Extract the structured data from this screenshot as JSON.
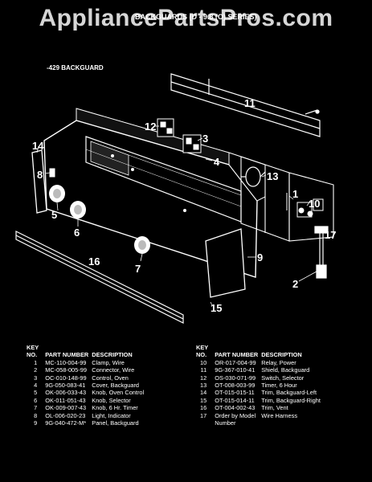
{
  "watermark": "AppliancePartsPros.com",
  "title": "BACKGUARDS (D - 9.8 (O) SERIES)",
  "subtitle": "-429 BACKGUARD",
  "callouts": {
    "c1": "1",
    "c2": "2",
    "c3": "3",
    "c4": "4",
    "c5": "5",
    "c6": "6",
    "c7": "7",
    "c8": "8",
    "c9": "9",
    "c10": "10",
    "c11": "11",
    "c12": "12",
    "c13": "13",
    "c14": "14",
    "c15": "15",
    "c16": "16",
    "c17": "17"
  },
  "table": {
    "headers": {
      "key_line1": "KEY",
      "key_line2": "NO.",
      "part": "PART NUMBER",
      "desc": "DESCRIPTION"
    },
    "left_rows": [
      {
        "key": "1",
        "part": "MC-110-004-99",
        "desc": "Clamp, Wire"
      },
      {
        "key": "2",
        "part": "MC-058-005-99",
        "desc": "Connector, Wire"
      },
      {
        "key": "3",
        "part": "OC-010-148-99",
        "desc": "Control, Oven"
      },
      {
        "key": "4",
        "part": "9G-050-083-41",
        "desc": "Cover, Backguard"
      },
      {
        "key": "5",
        "part": "OK-006-033-43",
        "desc": "Knob, Oven Control"
      },
      {
        "key": "6",
        "part": "OK-011-051-43",
        "desc": "Knob, Selector"
      },
      {
        "key": "7",
        "part": "OK-009-007-43",
        "desc": "Knob, 6 Hr. Timer"
      },
      {
        "key": "8",
        "part": "OL-006-020-23",
        "desc": "Light, Indicator"
      },
      {
        "key": "9",
        "part": "9G-040-472-M*",
        "desc": "Panel, Backguard"
      }
    ],
    "right_rows": [
      {
        "key": "10",
        "part": "OR-017-004-99",
        "desc": "Relay, Power"
      },
      {
        "key": "11",
        "part": "9G-367-010-41",
        "desc": "Shield, Backguard"
      },
      {
        "key": "12",
        "part": "OS-030-071-99",
        "desc": "Switch, Selector"
      },
      {
        "key": "13",
        "part": "OT-008-003-99",
        "desc": "Timer, 6 Hour"
      },
      {
        "key": "14",
        "part": "OT-015-015-11",
        "desc": "Trim, Backguard-Left"
      },
      {
        "key": "15",
        "part": "OT-015-014-11",
        "desc": "Trim, Backguard-Right"
      },
      {
        "key": "16",
        "part": "OT-004-002-43",
        "desc": "Trim, Vent"
      },
      {
        "key": "17",
        "part": "Order by Model",
        "part2": "Number",
        "desc": "Wire Harness"
      }
    ]
  }
}
